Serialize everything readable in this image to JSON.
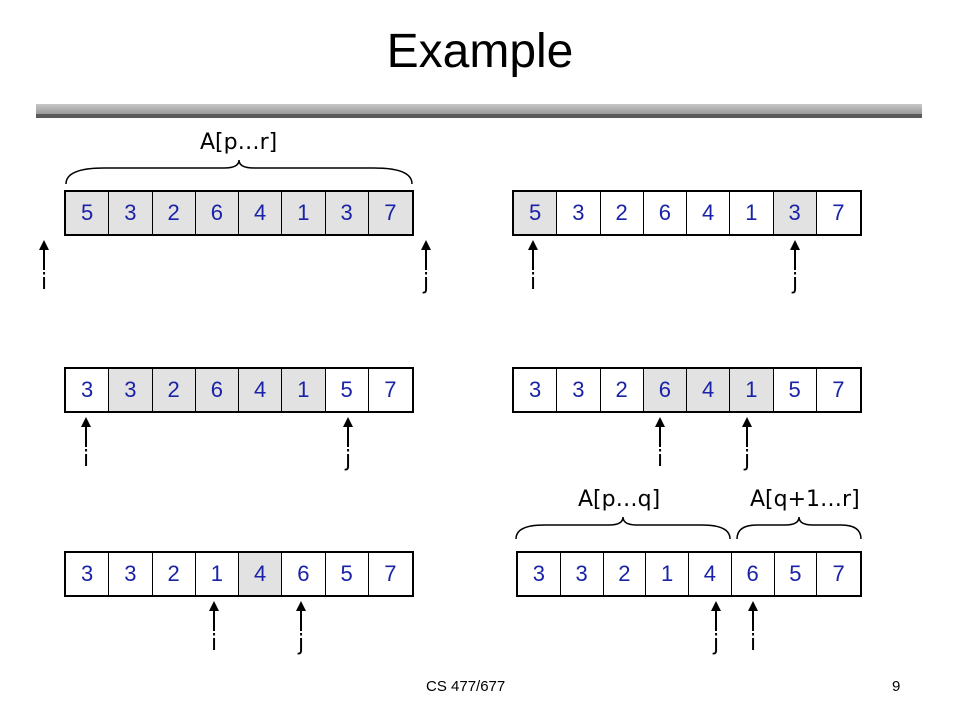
{
  "slide": {
    "title": "Example",
    "course": "CS 477/677",
    "page": "9"
  },
  "arrays": [
    {
      "cells": [
        "5",
        "3",
        "2",
        "6",
        "4",
        "1",
        "3",
        "7"
      ],
      "shaded": [
        0,
        1,
        2,
        3,
        4,
        5,
        6,
        7
      ],
      "pointer_left": "i",
      "pointer_right": "j"
    },
    {
      "cells": [
        "5",
        "3",
        "2",
        "6",
        "4",
        "1",
        "3",
        "7"
      ],
      "shaded": [
        0,
        6
      ],
      "pointer_left": "i",
      "pointer_right": "j"
    },
    {
      "cells": [
        "3",
        "3",
        "2",
        "6",
        "4",
        "1",
        "5",
        "7"
      ],
      "shaded": [
        1,
        2,
        3,
        4,
        5
      ],
      "pointer_left": "i",
      "pointer_right": "j"
    },
    {
      "cells": [
        "3",
        "3",
        "2",
        "6",
        "4",
        "1",
        "5",
        "7"
      ],
      "shaded": [
        3,
        4,
        5
      ],
      "pointer_left": "i",
      "pointer_right": "j"
    },
    {
      "cells": [
        "3",
        "3",
        "2",
        "1",
        "4",
        "6",
        "5",
        "7"
      ],
      "shaded": [
        4
      ],
      "pointer_left": "i",
      "pointer_right": "j"
    },
    {
      "cells": [
        "3",
        "3",
        "2",
        "1",
        "4",
        "6",
        "5",
        "7"
      ],
      "shaded": [],
      "pointer_left": "j",
      "pointer_right": "i"
    }
  ],
  "range_labels": {
    "full": "A[p…r]",
    "left_part": "A[p…q]",
    "right_part": "A[q+1…r]"
  }
}
